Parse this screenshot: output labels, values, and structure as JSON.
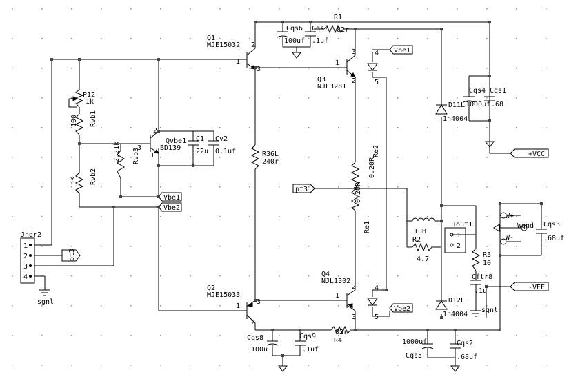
{
  "labels": {
    "q1_ref": "Q1",
    "q1_part": "MJE15032",
    "q2_ref": "Q2",
    "q2_part": "MJE15033",
    "q3_ref": "Q3",
    "q3_part": "NJL3281",
    "q4_ref": "Q4",
    "q4_part": "NJL1302",
    "qvbe_ref": "Qvbe1",
    "qvbe_part": "BD139",
    "r1_ref": "R1",
    "r1_val": "82r",
    "r4_ref": "R4",
    "r4_val": "82r",
    "p12_ref": "P12",
    "p12_val": "1k",
    "rvb1_ref": "Rvb1",
    "rvb1_val": "100",
    "rvb2_ref": "Rvb2",
    "rvb2_val": "3k",
    "rvb3_ref": "Rvb3",
    "rvb3_val": "2.21k",
    "r36l_ref": "R36L",
    "r36l_val": "240r",
    "re1_ref": "Re1",
    "re1_val": "0.20R",
    "re2_ref": "Re2",
    "re2_val": "0.20R",
    "r2_ref": "R2",
    "r2_val": "4.7",
    "r3_ref": "R3",
    "r3_val": "10",
    "l_val": "1uH",
    "c1_ref": "C1",
    "c1_val": "22u",
    "cv2_ref": "Cv2",
    "cv2_val": "0.1uf",
    "cqs6_ref": "Cqs6",
    "cqs6_val": "100uf",
    "cqs7_ref": "Cqs7",
    "cqs7_val": ".1uf",
    "cqs4_ref": "Cqs4",
    "cqs4_val": "1000uf",
    "cqs1_ref": "Cqs1",
    "cqs1_val": ".68",
    "cqs8_ref": "Cqs8",
    "cqs8_val": "100u",
    "cqs9_ref": "Cqs9",
    "cqs9_val": ".1uf",
    "cqs5_ref": "Cqs5",
    "cqs5_val": "1000uf",
    "cqs2_ref": "Cqs2",
    "cqs2_val": ".68uf",
    "cqs3_ref": "Cqs3",
    "cqs3_val": ".68uf",
    "cftr8_ref": "Cftr8",
    "cftr8_val": ".1u",
    "d11l_ref": "D11L",
    "d11l_val": "1n4004",
    "d12l_ref": "D12L",
    "d12l_val": "1n4004",
    "jhdr2_ref": "Jhdr2",
    "jout1_ref": "Jout1",
    "wgnd_ref": "Wgnd",
    "w_plus": "W+",
    "w_minus": "W-",
    "sgnl_1": "sgnl",
    "sgnl_2": "sgnl",
    "pin_1": "1",
    "pin_2": "2",
    "pin_3": "3",
    "pin_4": "4",
    "pin_5": "5"
  },
  "net_tags": {
    "vbe1_a": "Vbe1",
    "vbe1_b": "Vbe1",
    "vbe2_a": "Vbe2",
    "vbe2_b": "Vbe2",
    "pt3_a": "pt3",
    "pt3_b": "pt3",
    "vcc": "+VCC",
    "vee": "-VEE"
  },
  "colors": {
    "wire": "#000000",
    "junction": "#444444",
    "grid": "#8a8a8a"
  }
}
